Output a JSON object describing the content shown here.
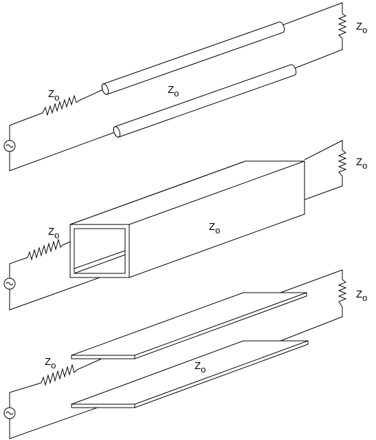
{
  "labels": {
    "coax_source_impedance": {
      "main": "Z",
      "sub": "o"
    },
    "coax_line_impedance": {
      "main": "Z",
      "sub": "o"
    },
    "coax_load_impedance": {
      "main": "Z",
      "sub": "o"
    },
    "waveguide_source_impedance": {
      "main": "Z",
      "sub": "o"
    },
    "waveguide_line_impedance": {
      "main": "Z",
      "sub": "o"
    },
    "waveguide_load_impedance": {
      "main": "Z",
      "sub": "o"
    },
    "plate_source_impedance": {
      "main": "Z",
      "sub": "o"
    },
    "plate_line_impedance": {
      "main": "Z",
      "sub": "o"
    },
    "plate_load_impedance": {
      "main": "Z",
      "sub": "o"
    }
  },
  "icons": {
    "ac_source": "ac-source-icon",
    "resistor": "resistor-icon"
  }
}
